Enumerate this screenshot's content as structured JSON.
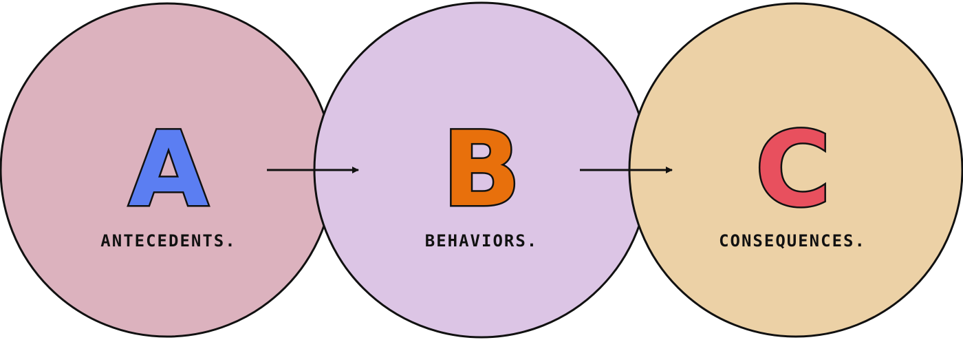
{
  "stages": [
    {
      "letter": "A",
      "label": "ANTECEDENTS.",
      "fill": "#dcb2be",
      "letter_color": "#5b7ef2"
    },
    {
      "letter": "B",
      "label": "BEHAVIORS.",
      "fill": "#dcc5e5",
      "letter_color": "#e8700c"
    },
    {
      "letter": "C",
      "label": "CONSEQUENCES.",
      "fill": "#ecd1a6",
      "letter_color": "#e8505e"
    }
  ]
}
